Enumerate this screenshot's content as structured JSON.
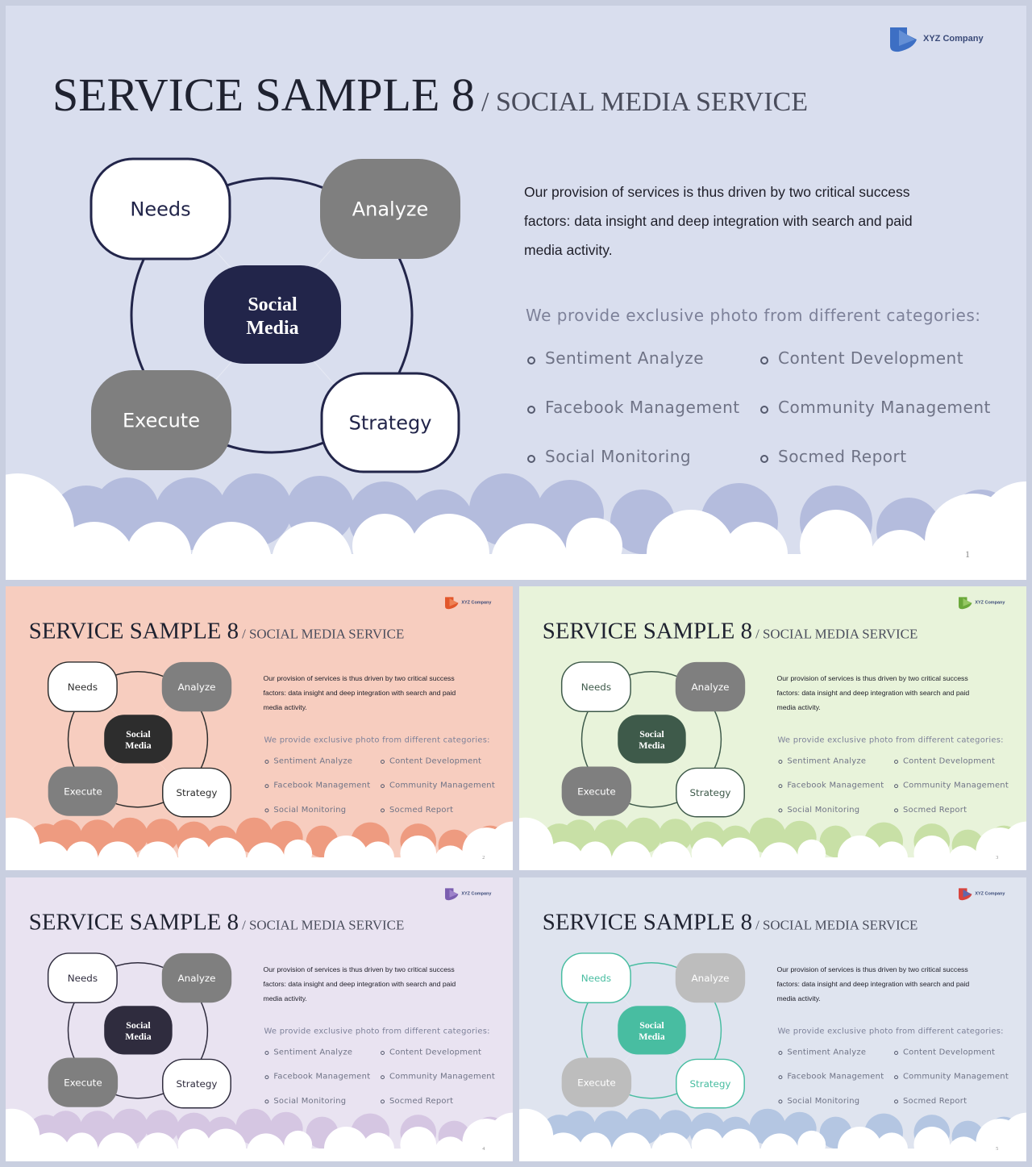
{
  "slides": [
    {
      "title": "SERVICE SAMPLE 8",
      "subtitle": "/ SOCIAL MEDIA SERVICE",
      "company": "XYZ Company",
      "page": "1",
      "nodes": {
        "needs": "Needs",
        "analyze": "Analyze",
        "execute": "Execute",
        "strategy": "Strategy",
        "center1": "Social",
        "center2": "Media"
      },
      "paragraph": [
        "Our provision of services is thus driven by two critical success",
        "factors: data insight and deep integration with search and paid",
        "media activity."
      ],
      "list_intro": "We provide exclusive photo from different categories:",
      "list": [
        "Sentiment Analyze",
        "Content Development",
        "Facebook Management",
        "Community Management",
        "Social Monitoring",
        "Socmed Report"
      ],
      "theme": {
        "bg": "#d9deee",
        "cloud": "#b4bcdd",
        "center": "#22254a",
        "ring": "#22254a",
        "needs_fill": "#ffffff",
        "needs_text": "#22254a",
        "strategy_fill": "#ffffff",
        "strategy_text": "#22254a",
        "grey": "#7f7f7f",
        "logo1": "#3d6fc4",
        "logo2": "#6b95d8"
      }
    },
    {
      "title": "SERVICE SAMPLE 8",
      "subtitle": "/ SOCIAL MEDIA SERVICE",
      "company": "XYZ Company",
      "page": "2",
      "nodes": {
        "needs": "Needs",
        "analyze": "Analyze",
        "execute": "Execute",
        "strategy": "Strategy",
        "center1": "Social",
        "center2": "Media"
      },
      "paragraph": [
        "Our provision of services is thus driven by two critical success",
        "factors: data insight and deep integration with search and paid",
        "media activity."
      ],
      "list_intro": "We provide exclusive photo from different categories:",
      "list": [
        "Sentiment Analyze",
        "Content Development",
        "Facebook Management",
        "Community Management",
        "Social Monitoring",
        "Socmed Report"
      ],
      "theme": {
        "bg": "#f7cdbf",
        "cloud": "#ee9b80",
        "center": "#2d2d2d",
        "ring": "#2d2d2d",
        "needs_fill": "#ffffff",
        "needs_text": "#2d2d2d",
        "strategy_fill": "#ffffff",
        "strategy_text": "#2d2d2d",
        "grey": "#7f7f7f",
        "logo1": "#e2572b",
        "logo2": "#f08a5d"
      }
    },
    {
      "title": "SERVICE SAMPLE 8",
      "subtitle": "/ SOCIAL MEDIA SERVICE",
      "company": "XYZ Company",
      "page": "3",
      "nodes": {
        "needs": "Needs",
        "analyze": "Analyze",
        "execute": "Execute",
        "strategy": "Strategy",
        "center1": "Social",
        "center2": "Media"
      },
      "paragraph": [
        "Our provision of services is thus driven by two critical success",
        "factors: data insight and deep integration with search and paid",
        "media activity."
      ],
      "list_intro": "We provide exclusive photo from different categories:",
      "list": [
        "Sentiment Analyze",
        "Content Development",
        "Facebook Management",
        "Community Management",
        "Social Monitoring",
        "Socmed Report"
      ],
      "theme": {
        "bg": "#e8f3da",
        "cloud": "#c8e0a6",
        "center": "#3e5a4a",
        "ring": "#3e5a4a",
        "needs_fill": "#ffffff",
        "needs_text": "#3e5a4a",
        "strategy_fill": "#ffffff",
        "strategy_text": "#3e5a4a",
        "grey": "#7f7f7f",
        "logo1": "#6aa83a",
        "logo2": "#9ccc6a"
      }
    },
    {
      "title": "SERVICE SAMPLE 8",
      "subtitle": "/ SOCIAL MEDIA SERVICE",
      "company": "XYZ Company",
      "page": "4",
      "nodes": {
        "needs": "Needs",
        "analyze": "Analyze",
        "execute": "Execute",
        "strategy": "Strategy",
        "center1": "Social",
        "center2": "Media"
      },
      "paragraph": [
        "Our provision of services is thus driven by two critical success",
        "factors: data insight and deep integration with search and paid",
        "media activity."
      ],
      "list_intro": "We provide exclusive photo from different categories:",
      "list": [
        "Sentiment Analyze",
        "Content Development",
        "Facebook Management",
        "Community Management",
        "Social Monitoring",
        "Socmed Report"
      ],
      "theme": {
        "bg": "#e9e3f1",
        "cloud": "#d5c6e2",
        "center": "#2f2c3e",
        "ring": "#2f2c3e",
        "needs_fill": "#ffffff",
        "needs_text": "#2f2c3e",
        "strategy_fill": "#ffffff",
        "strategy_text": "#2f2c3e",
        "grey": "#7f7f7f",
        "logo1": "#7b5eb0",
        "logo2": "#a58ad0"
      }
    },
    {
      "title": "SERVICE SAMPLE 8",
      "subtitle": "/ SOCIAL MEDIA SERVICE",
      "company": "XYZ Company",
      "page": "5",
      "nodes": {
        "needs": "Needs",
        "analyze": "Analyze",
        "execute": "Execute",
        "strategy": "Strategy",
        "center1": "Social",
        "center2": "Media"
      },
      "paragraph": [
        "Our provision of services is thus driven by two critical success",
        "factors: data insight and deep integration with search and paid",
        "media activity."
      ],
      "list_intro": "We provide exclusive photo from different categories:",
      "list": [
        "Sentiment Analyze",
        "Content Development",
        "Facebook Management",
        "Community Management",
        "Social Monitoring",
        "Socmed Report"
      ],
      "theme": {
        "bg": "#dfe4ef",
        "cloud": "#b4c6e2",
        "center": "#48bda1",
        "ring": "#48bda1",
        "needs_fill": "#ffffff",
        "needs_text": "#48bda1",
        "strategy_fill": "#ffffff",
        "strategy_text": "#48bda1",
        "grey": "#bdbdbd",
        "logo1": "#d8443d",
        "logo2": "#4a6fc0"
      }
    }
  ]
}
